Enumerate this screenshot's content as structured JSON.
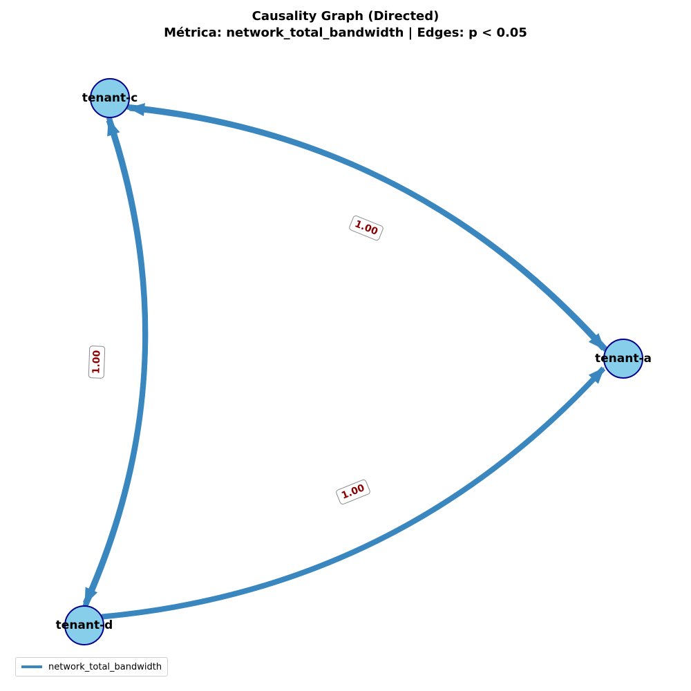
{
  "title": {
    "line1": "Causality Graph (Directed)",
    "line2": "Métrica: network_total_bandwidth | Edges: p < 0.05"
  },
  "colors": {
    "edge": "#3a87c0",
    "node_fill": "#87ceeb",
    "node_stroke": "#00008b",
    "edge_label_text": "#8b0000"
  },
  "nodes": [
    {
      "id": "tenant-c",
      "label": "tenant-c"
    },
    {
      "id": "tenant-a",
      "label": "tenant-a"
    },
    {
      "id": "tenant-d",
      "label": "tenant-d"
    }
  ],
  "edges": [
    {
      "source": "tenant-a",
      "target": "tenant-c",
      "label": "1.00"
    },
    {
      "source": "tenant-c",
      "target": "tenant-a",
      "label": "1.00"
    },
    {
      "source": "tenant-d",
      "target": "tenant-c",
      "label": "1.00"
    },
    {
      "source": "tenant-c",
      "target": "tenant-d",
      "label": "1.00"
    },
    {
      "source": "tenant-d",
      "target": "tenant-a",
      "label": "1.00"
    }
  ],
  "legend": {
    "label": "network_total_bandwidth"
  }
}
